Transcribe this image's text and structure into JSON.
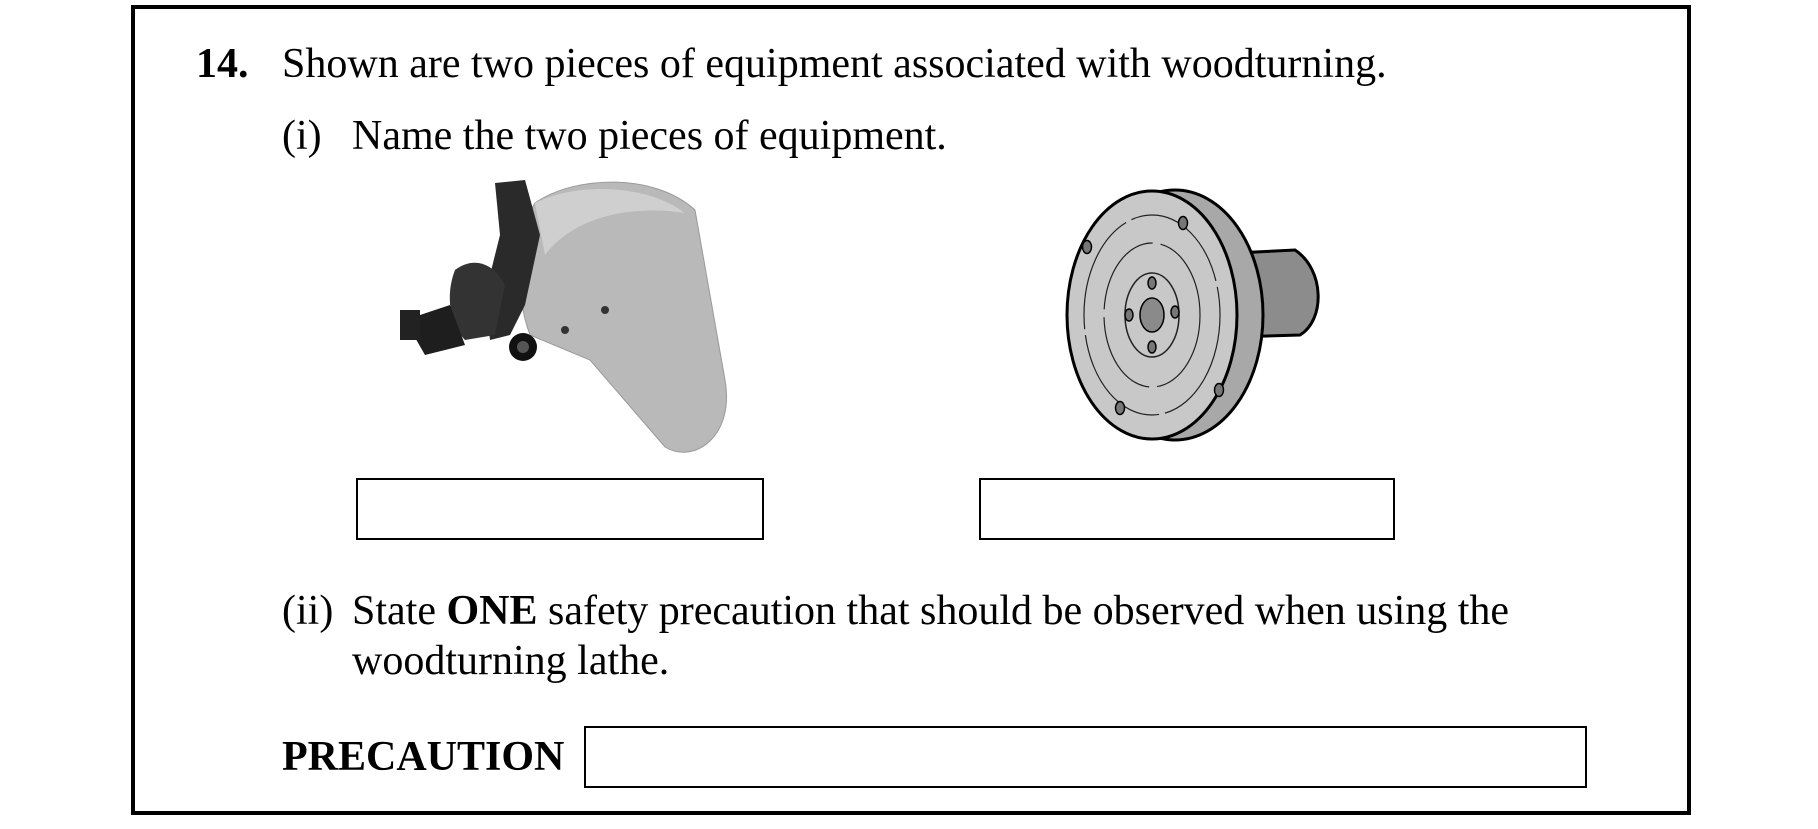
{
  "question": {
    "number": "14.",
    "stem": "Shown are two pieces of equipment associated with woodturning.",
    "part_i": {
      "label": "(i)",
      "text": "Name the two pieces of equipment."
    },
    "images": [
      {
        "name": "face-shield-icon",
        "description": "Face shield / visor with adjustable head harness"
      },
      {
        "name": "faceplate-icon",
        "description": "Lathe faceplate with mounting holes and threaded boss"
      }
    ],
    "part_ii": {
      "label": "(ii)",
      "text_before_bold": "State ",
      "bold": "ONE",
      "text_after_bold": " safety precaution that should be observed when using the",
      "line2": "woodturning lathe."
    },
    "precaution_label": "PRECAUTION"
  },
  "answers": {
    "equipment_1": "",
    "equipment_2": "",
    "precaution": ""
  }
}
